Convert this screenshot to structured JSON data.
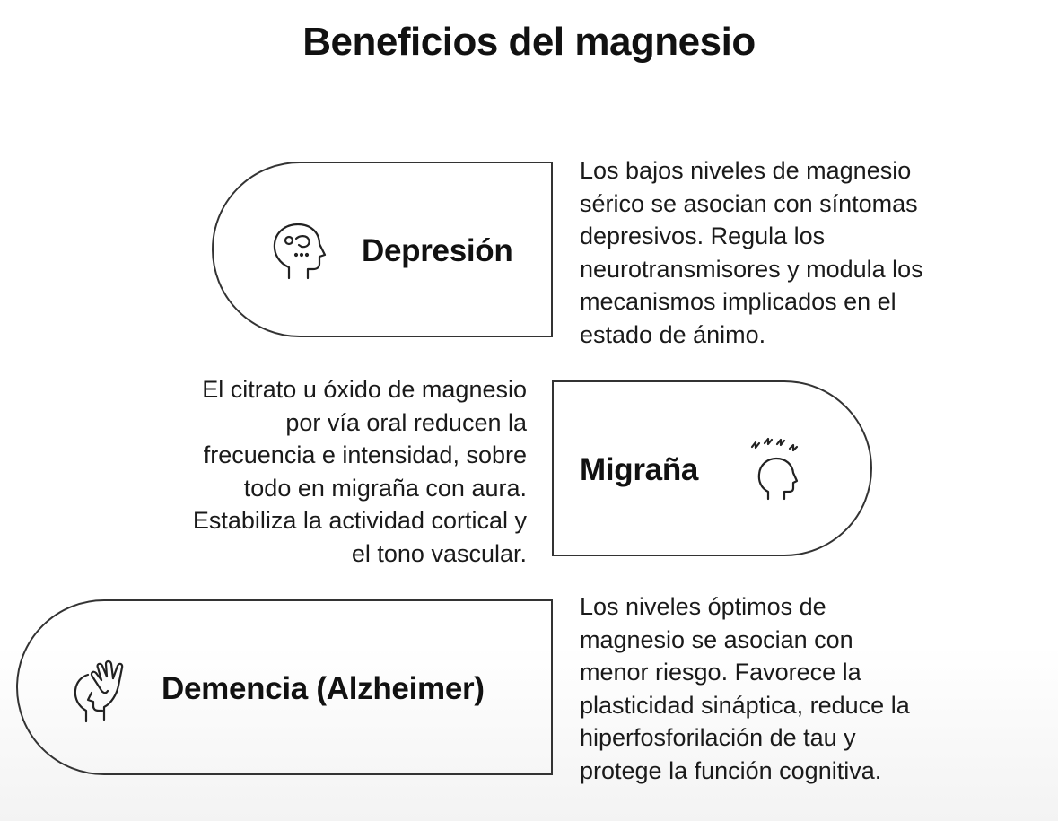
{
  "title": "Beneficios del magnesio",
  "items": [
    {
      "label": "Depresión",
      "icon": "head-thought-icon",
      "description_lines": [
        "Los bajos niveles de magnesio",
        "sérico se asocian con síntomas",
        "depresivos. Regula los",
        "neurotransmisores y modula los",
        "mecanismos implicados en el",
        "estado de ánimo."
      ]
    },
    {
      "label": "Migraña",
      "icon": "headache-icon",
      "description_lines": [
        "El citrato u óxido de magnesio",
        "por vía oral reducen la",
        "frecuencia e intensidad, sobre",
        "todo en migraña con aura.",
        "Estabiliza la actividad cortical y",
        "el tono vascular."
      ]
    },
    {
      "label": "Demencia (Alzheimer)",
      "icon": "hand-on-head-icon",
      "description_lines": [
        "Los niveles óptimos de",
        "magnesio se asocian con",
        "menor riesgo. Favorece la",
        "plasticidad sináptica, reduce la",
        "hiperfosforilación de tau y",
        "protege la función cognitiva."
      ]
    }
  ],
  "colors": {
    "text": "#111111",
    "outline": "#333333"
  }
}
